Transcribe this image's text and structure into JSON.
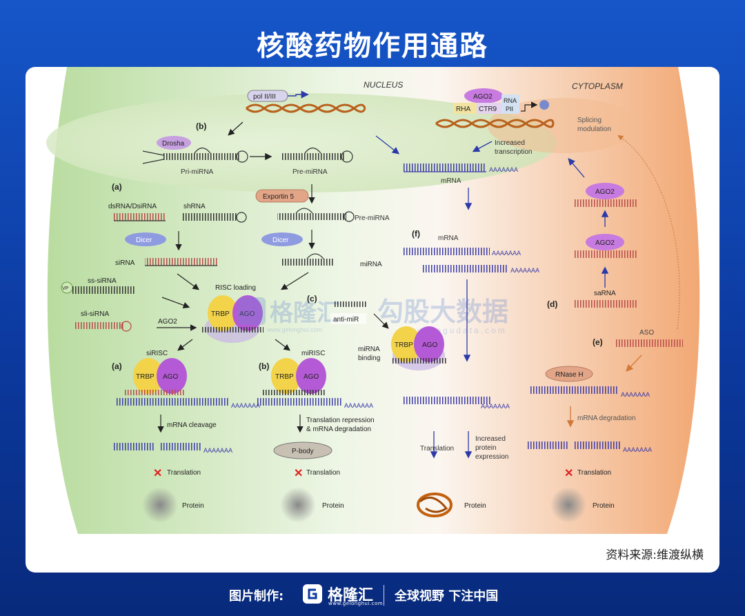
{
  "title": "核酸药物作用通路",
  "diagram": {
    "nucleus": "NUCLEUS",
    "cytoplasm": "CYTOPLASM",
    "pol": "pol II/III",
    "b_label": "(b)",
    "drosha": "Drosha",
    "pri_mirna": "Pri-miRNA",
    "pre_mirna": "Pre-miRNA",
    "ago2_top": "AGO2",
    "rna_pii": "RNA\nPII",
    "rha": "RHA",
    "ctr9": "CTR9",
    "splicing": "Splicing\nmodulation",
    "increased_transcription": "Increased\ntranscription",
    "mrna": "mRNA",
    "a_label": "(a)",
    "dsrna": "dsRNA/DsiRNA",
    "shrna": "shRNA",
    "exportin": "Exportin 5",
    "pre_mirna_right": "Pre-miRNA",
    "dicer": "Dicer",
    "sirna": "siRNA",
    "mirna": "miRNA",
    "vp": "VP",
    "ss_sirna": "ss-siRNA",
    "risc_loading": "RISC loading",
    "sli_sirna": "sli-siRNA",
    "ago2": "AGO2",
    "trbp": "TRBP",
    "ago": "AGO",
    "c_label": "(c)",
    "anti_mir": "anti-miR",
    "sirisc": "siRISC",
    "mirisc": "miRISC",
    "mirna_binding": "miRNA\nbinding",
    "f_label": "(f)",
    "d_label": "(d)",
    "sarna": "saRNA",
    "e_label": "(e)",
    "aso": "ASO",
    "rnase_h": "RNase H",
    "polyA": "AAAAAAA",
    "mrna_cleavage": "mRNA cleavage",
    "translation_repression": "Translation repression\n& mRNA degradation",
    "mrna_degradation": "mRNA degradation",
    "p_body": "P-body",
    "translation": "Translation",
    "increased_protein": "Increased\nprotein\nexpression",
    "protein": "Protein",
    "watermark_cn": "格隆汇",
    "watermark_url": "www.gelonghui.com",
    "watermark2_cn": "勾股大数据",
    "watermark2_url": "www.gogudata.com"
  },
  "source": "资料来源:维渡纵横",
  "footer": {
    "made_by": "图片制作:",
    "logo": "格隆汇",
    "logo_url": "www.gelonghui.com",
    "slogan": "全球视野 下注中国"
  },
  "colors": {
    "background": "#0c3aa0",
    "nucleus_green": "#cfe8b8",
    "cytoplasm_orange": "#f6c49c",
    "rna_blue": "#3a3aa8",
    "rna_red": "#c0392b",
    "ago_purple": "#b55ad6",
    "trbp_yellow": "#f3d34a"
  }
}
